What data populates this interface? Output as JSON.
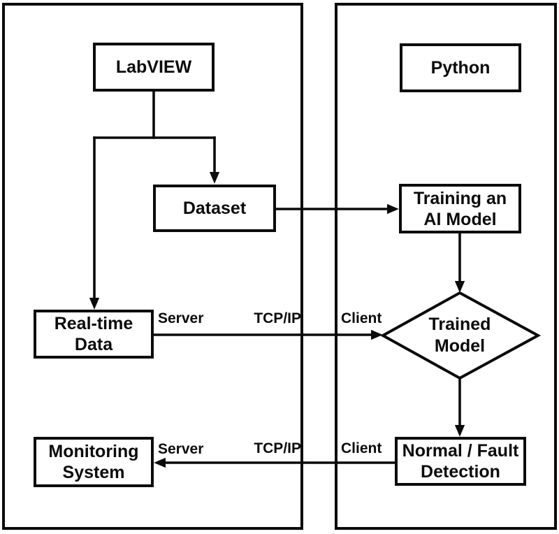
{
  "diagram": {
    "nodes": {
      "labview": {
        "label": "LabVIEW"
      },
      "python": {
        "label": "Python"
      },
      "dataset": {
        "label": "Dataset"
      },
      "training": {
        "line1": "Training an",
        "line2": "AI Model"
      },
      "realtime": {
        "line1": "Real-time",
        "line2": "Data"
      },
      "monitoring": {
        "line1": "Monitoring",
        "line2": "System"
      },
      "detection": {
        "line1": "Normal / Fault",
        "line2": "Detection"
      },
      "trained_model": {
        "line1": "Trained",
        "line2": "Model"
      }
    },
    "edge_labels": {
      "realtime_to_trained": {
        "server": "Server",
        "protocol": "TCP/IP",
        "client": "Client"
      },
      "detection_to_monitoring": {
        "server": "Server",
        "protocol": "TCP/IP",
        "client": "Client"
      }
    },
    "colors": {
      "line": "#0b0b0b",
      "background": "#ffffff",
      "text": "#0b0b0b"
    }
  }
}
